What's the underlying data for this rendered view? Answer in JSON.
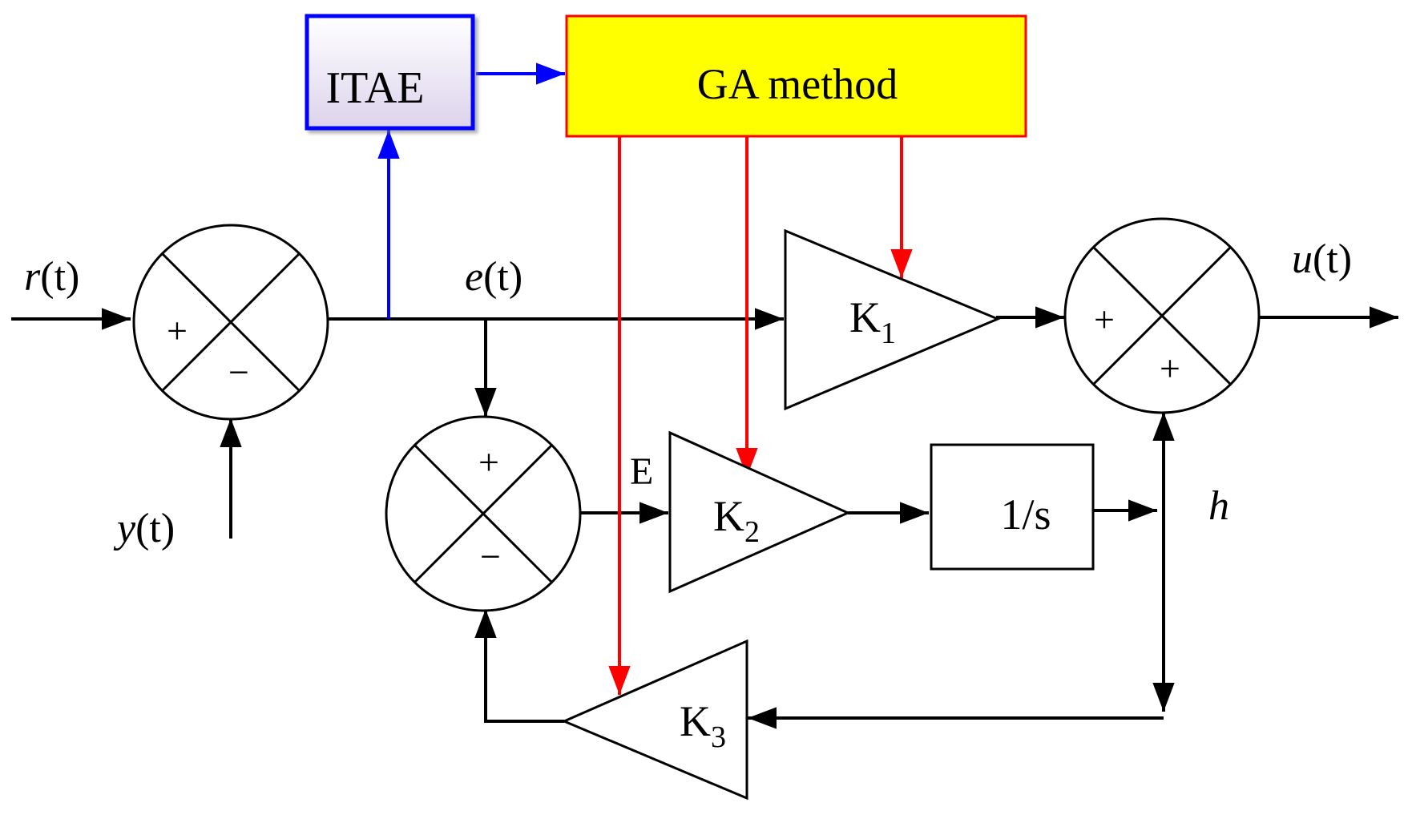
{
  "blocks": {
    "itae": "ITAE",
    "ga": "GA method",
    "k1": {
      "base": "K",
      "sub": "1"
    },
    "k2": {
      "base": "K",
      "sub": "2"
    },
    "k3": {
      "base": "K",
      "sub": "3"
    },
    "integrator": "1/s"
  },
  "signals": {
    "r": {
      "name": "r",
      "arg": "(t)"
    },
    "y": {
      "name": "y",
      "arg": "(t)"
    },
    "e": {
      "name": "e",
      "arg": "(t)"
    },
    "u": {
      "name": "u",
      "arg": "(t)"
    },
    "E": "E",
    "h": "h"
  },
  "summing_signs": {
    "sum1": {
      "top": "+",
      "bottom": "−"
    },
    "sum2": {
      "top": "+",
      "bottom": "−"
    },
    "sum3": {
      "left": "+",
      "bottom": "+"
    }
  },
  "colors": {
    "signal": "#000000",
    "itae_link": "#0000ff",
    "ga_link": "#ff0000",
    "ga_fill": "#ffff00",
    "ga_border": "#ff0000",
    "itae_border": "#0000ff",
    "itae_fill_top": "#ffffff",
    "itae_fill_bottom": "#dcd3ec"
  }
}
